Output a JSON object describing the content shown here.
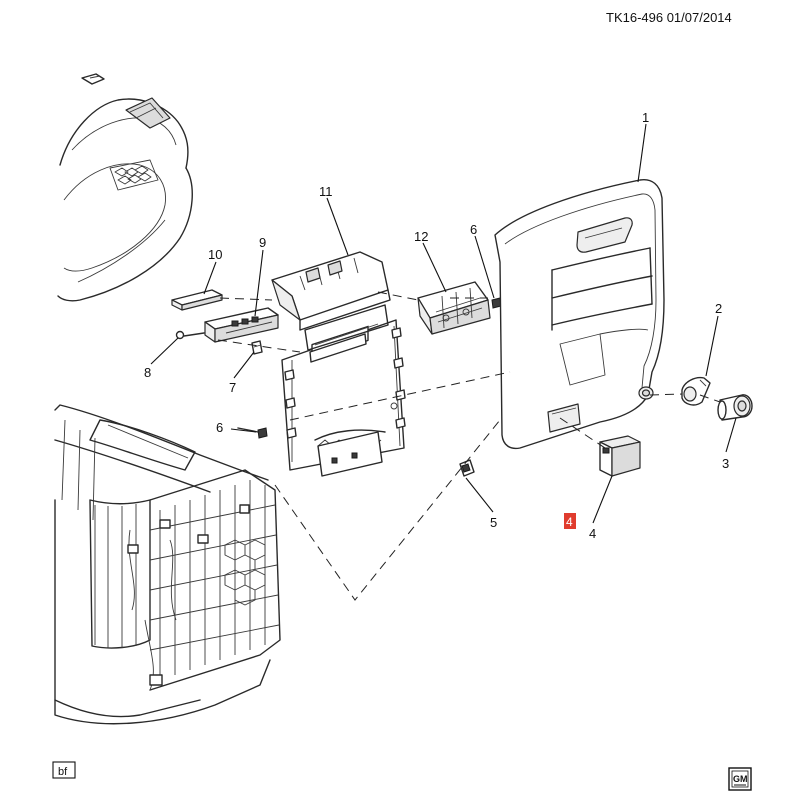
{
  "header": {
    "reference": "TK16-496  01/07/2014"
  },
  "callouts": {
    "c1": "1",
    "c2": "2",
    "c3": "3",
    "c4": "4",
    "c5": "5",
    "c6a": "6",
    "c6b": "6",
    "c7": "7",
    "c8": "8",
    "c9": "9",
    "c10": "10",
    "c11": "11",
    "c12": "12"
  },
  "highlight": {
    "label": "4",
    "color": "#e03c2e"
  },
  "footer": {
    "tag": "bf",
    "logo_text": "GM"
  },
  "colors": {
    "line": "#2a2a2a",
    "shade": "#dcdcdc",
    "highlight": "#e03c2e"
  }
}
